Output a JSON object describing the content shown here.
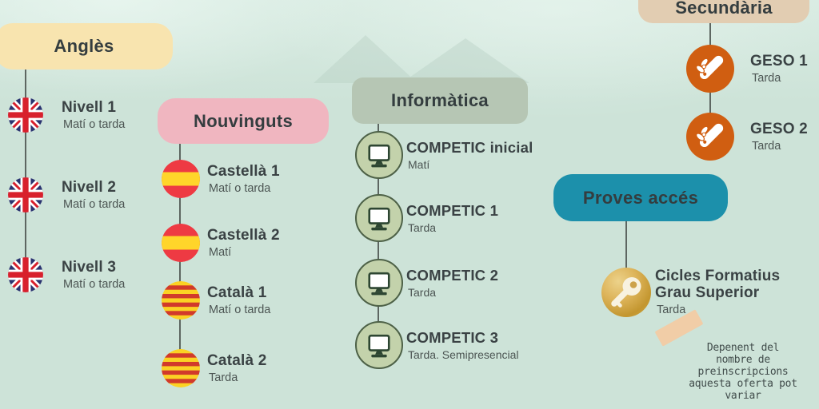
{
  "colors": {
    "background": "#cde3d8",
    "angles_header_bg": "#f8e4af",
    "nouvinguts_header_bg": "#f0b6c0",
    "informatica_header_bg": "#b6c6b4",
    "secundaria_header_bg": "#e2cdb2",
    "proves_acces_header_bg": "#1c90ab",
    "computer_circle_bg": "#c3d2ab",
    "geso_circle_bg": "#d05e11",
    "gold_circle_bg": "#d3a847",
    "connector_line": "#5d6661",
    "tape": "#f2cba4",
    "text_dark": "#3a4244"
  },
  "columns": {
    "angles": {
      "header": "Anglès",
      "items": [
        {
          "icon": "uk-flag",
          "title": "Nivell 1",
          "subtitle": "Matí o tarda"
        },
        {
          "icon": "uk-flag",
          "title": "Nivell 2",
          "subtitle": "Matí o tarda"
        },
        {
          "icon": "uk-flag",
          "title": "Nivell 3",
          "subtitle": "Matí o tarda"
        }
      ]
    },
    "nouvinguts": {
      "header": "Nouvinguts",
      "items": [
        {
          "icon": "spain-flag",
          "title": "Castellà 1",
          "subtitle": "Matí o tarda"
        },
        {
          "icon": "spain-flag",
          "title": "Castellà 2",
          "subtitle": "Matí"
        },
        {
          "icon": "catalonia-flag",
          "title": "Català 1",
          "subtitle": "Matí o tarda"
        },
        {
          "icon": "catalonia-flag",
          "title": "Català 2",
          "subtitle": "Tarda"
        }
      ]
    },
    "informatica": {
      "header": "Informàtica",
      "items": [
        {
          "icon": "computer",
          "title": "COMPETIC inicial",
          "subtitle": "Matí"
        },
        {
          "icon": "computer",
          "title": "COMPETIC 1",
          "subtitle": "Tarda"
        },
        {
          "icon": "computer",
          "title": "COMPETIC 2",
          "subtitle": "Tarda"
        },
        {
          "icon": "computer",
          "title": "COMPETIC 3",
          "subtitle": "Tarda. Semipresencial"
        }
      ]
    },
    "secundaria": {
      "header": "Secundària",
      "items": [
        {
          "icon": "diploma",
          "title": "GESO 1",
          "subtitle": "Tarda"
        },
        {
          "icon": "diploma",
          "title": "GESO 2",
          "subtitle": "Tarda"
        }
      ]
    },
    "proves_acces": {
      "header": "Proves accés",
      "items": [
        {
          "icon": "key",
          "title": "Cicles Formatius\nGrau Superior",
          "subtitle": "Tarda"
        }
      ]
    }
  },
  "note": {
    "text": "Depenent del\nnombre de\npreinscripcions\naquesta oferta pot\nvariar"
  }
}
